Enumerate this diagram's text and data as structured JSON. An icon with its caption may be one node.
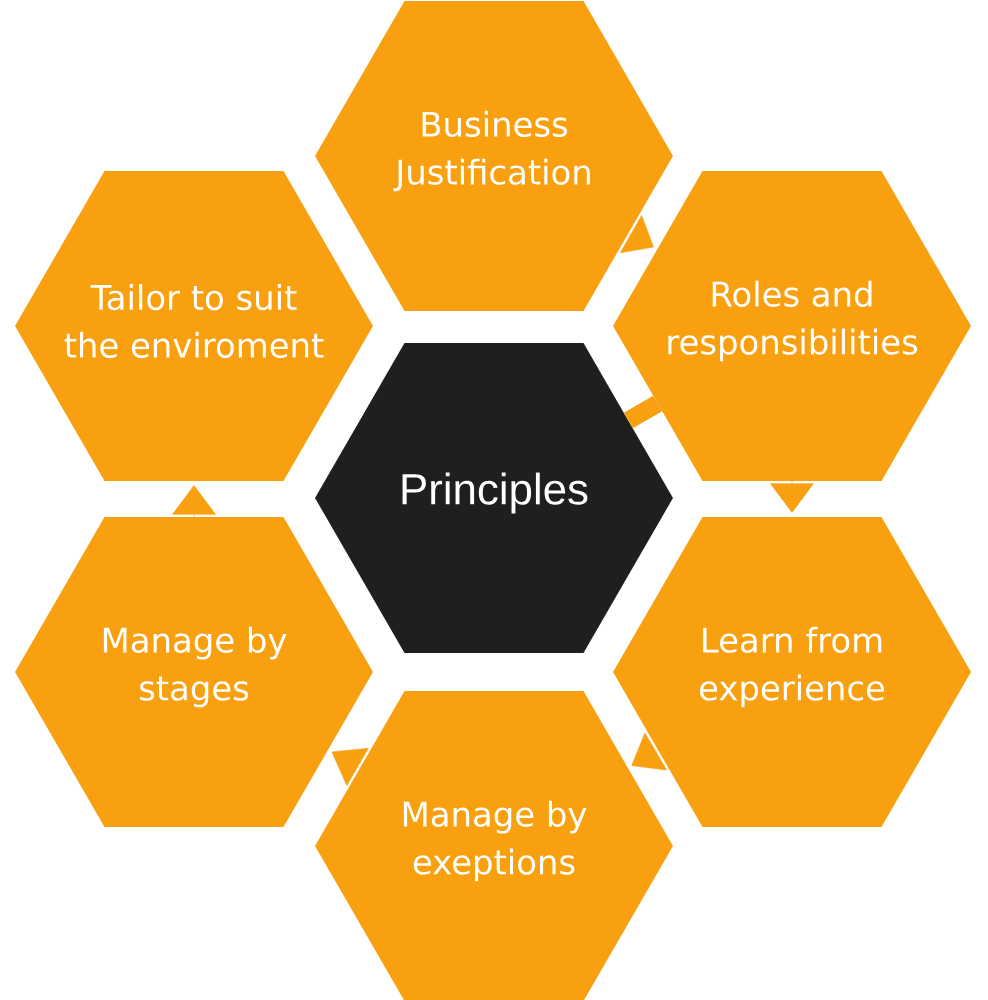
{
  "diagram": {
    "nodes": [
      {
        "text": [
          "Business Justification"
        ]
      },
      {
        "text": [
          "Tailor to suit the enviroment"
        ]
      },
      {
        "text": [
          "Roles and responsibilities"
        ]
      },
      {
        "text": [
          "Principles"
        ]
      },
      {
        "text": [
          "Manage by stages"
        ]
      },
      {
        "text": [
          "Learn from experience"
        ]
      },
      {
        "text": [
          "Manage by exeptions"
        ]
      }
    ],
    "edges": [
      {
        "from": 0,
        "to": 2,
        "arrow": "to"
      },
      {
        "from": 2,
        "to": 5,
        "arrow": "to"
      },
      {
        "from": 5,
        "to": 6,
        "arrow": "to"
      },
      {
        "from": 6,
        "to": 4,
        "arrow": "to"
      },
      {
        "from": 4,
        "to": 1,
        "arrow": "to"
      },
      {
        "from": 2,
        "to": 3,
        "arrow": "none",
        "style": "thick"
      }
    ]
  }
}
